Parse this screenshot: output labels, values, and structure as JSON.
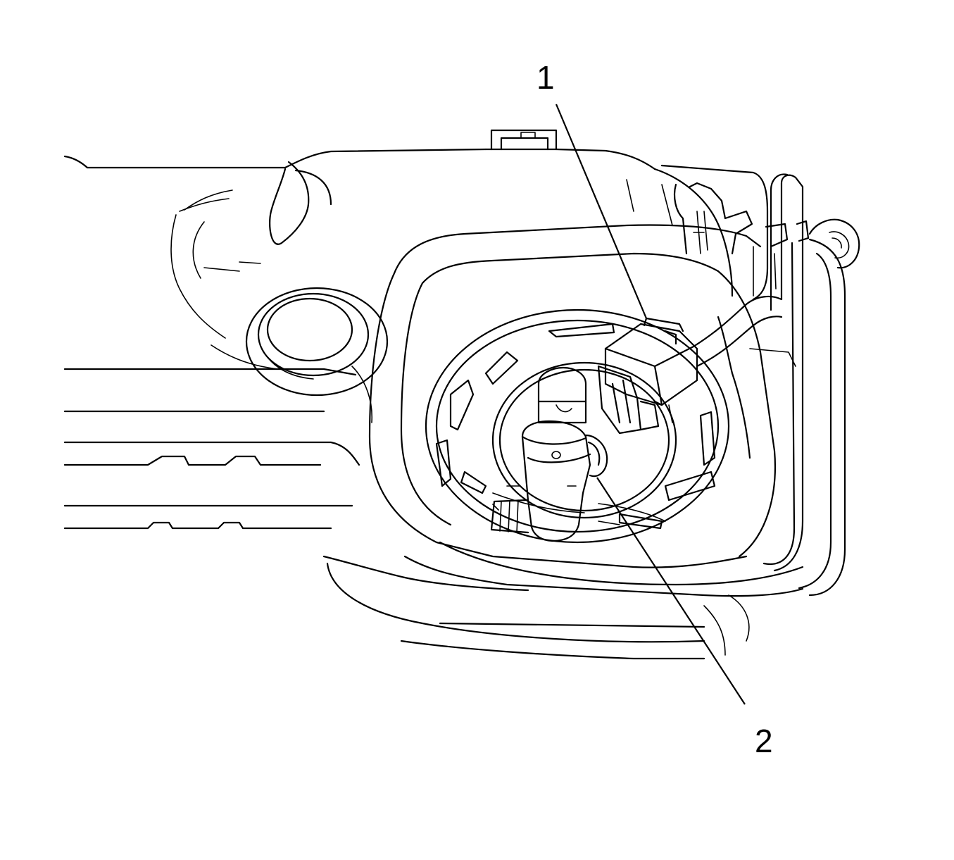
{
  "diagram": {
    "background": "#ffffff",
    "line_color": "#000000",
    "callouts": [
      {
        "id": "1",
        "label": "1"
      },
      {
        "id": "2",
        "label": "2"
      }
    ]
  }
}
